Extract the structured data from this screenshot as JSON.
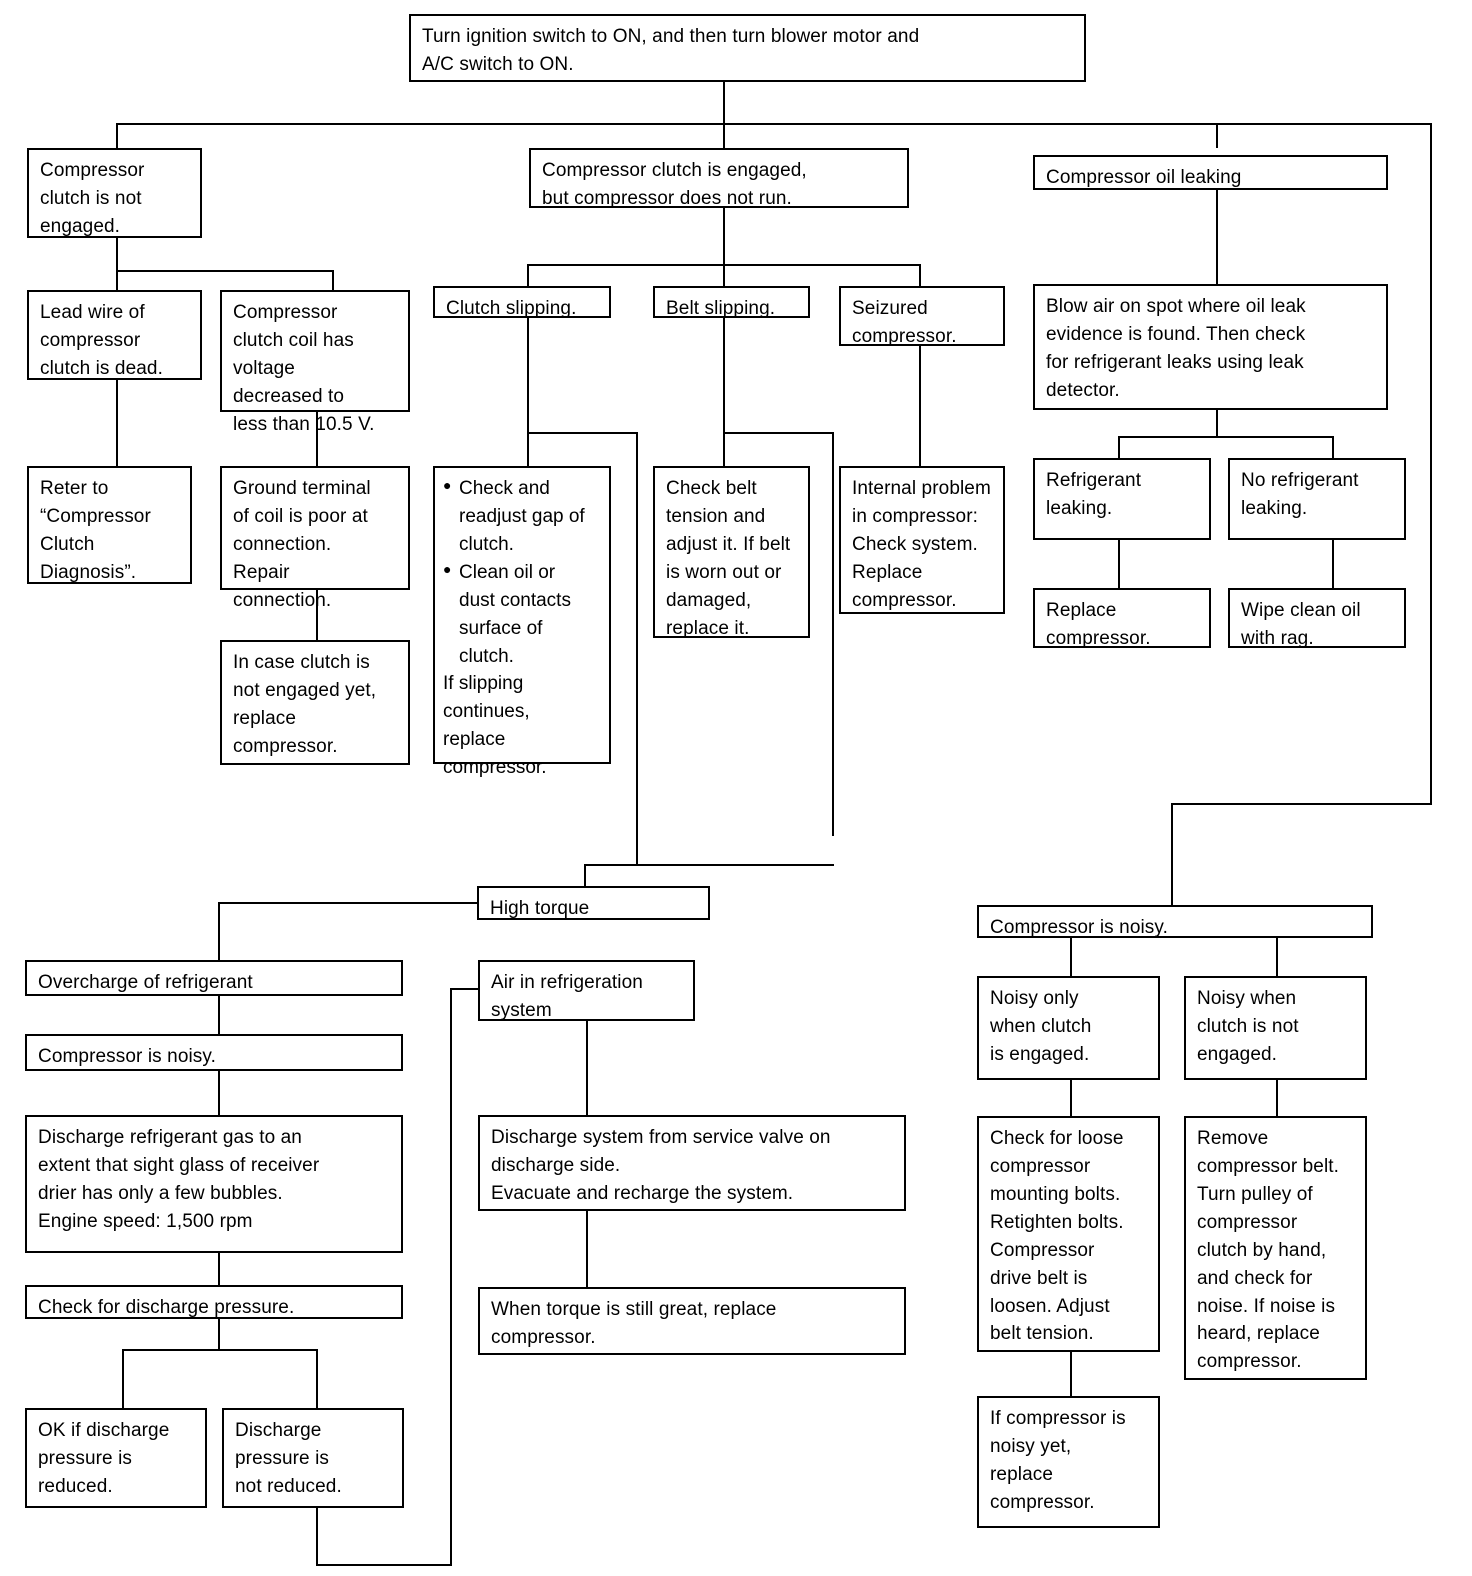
{
  "diagram": {
    "title": "A/C Compressor Troubleshooting Flowchart",
    "line_color": "#000000",
    "box_fill": "#ffffff",
    "text_color": "#000000"
  },
  "nodes": {
    "start": "Turn ignition switch to ON, and then turn blower motor and\nA/C switch to ON.",
    "clutch_not_engaged": "Compressor\nclutch is not\nengaged.",
    "clutch_engaged_no_run": "Compressor clutch is engaged,\nbut compressor does not run.",
    "oil_leaking": "Compressor oil leaking",
    "lead_wire_dead": "Lead wire of\ncompressor\nclutch is dead.",
    "coil_voltage_low": "Compressor\nclutch coil has\nvoltage\ndecreased to\nless than 10.5 V.",
    "refer_to_diagnosis": "Reter to\n“Compressor\nClutch\nDiagnosis”.",
    "ground_terminal_poor": "Ground terminal\nof coil is poor at\nconnection.\nRepair\nconnection.",
    "in_case_clutch_not_engaged": "In case clutch is\nnot engaged yet,\nreplace\ncompressor.",
    "clutch_slipping": "Clutch slipping.",
    "belt_slipping": "Belt slipping.",
    "seizured_compressor": "Seizured\ncompressor.",
    "clutch_actions": {
      "bullets": [
        "Check and\nreadjust gap of\nclutch.",
        "Clean oil or\ndust contacts\nsurface of\nclutch."
      ],
      "tail": "If slipping\ncontinues,\nreplace\ncompressor."
    },
    "belt_actions": "Check belt\ntension and\nadjust it. If belt\nis worn out or\ndamaged,\nreplace it.",
    "internal_problem": "Internal problem\nin compressor:\nCheck system.\nReplace\ncompressor.",
    "blow_air": "Blow air on spot where oil leak\nevidence is found. Then check\nfor refrigerant leaks using leak\ndetector.",
    "refrigerant_leaking": "Refrigerant\nleaking.",
    "no_refrigerant_leaking": "No refrigerant\nleaking.",
    "replace_compressor_leak": "Replace\ncompressor.",
    "wipe_clean_oil": "Wipe clean oil\nwith rag.",
    "high_torque": "High torque",
    "overcharge": "Overcharge of refrigerant",
    "compressor_noisy_left": "Compressor is noisy.",
    "discharge_gas": "Discharge refrigerant gas to an\nextent that sight glass of receiver\ndrier has only a few bubbles.\nEngine speed: 1,500 rpm",
    "check_discharge_pressure": "Check for discharge pressure.",
    "ok_pressure_reduced": "OK if discharge\npressure is\nreduced.",
    "pressure_not_reduced": "Discharge\npressure is\nnot reduced.",
    "air_in_system": "Air in refrigeration\nsystem",
    "discharge_system": "Discharge system from service valve on\ndischarge side.\nEvacuate and recharge the system.",
    "torque_still_great": "When torque is still great, replace\ncompressor.",
    "compressor_noisy_right": "Compressor is noisy.",
    "noisy_clutch_engaged": "Noisy only\nwhen clutch\nis engaged.",
    "noisy_clutch_not_engaged": "Noisy when\nclutch is not\nengaged.",
    "check_loose_bolts": "Check for loose\ncompressor\nmounting bolts.\nRetighten bolts.\nCompressor\ndrive belt is\nloosen. Adjust\nbelt tension.",
    "remove_belt": "Remove\ncompressor belt.\nTurn pulley of\ncompressor\nclutch by hand,\nand check for\nnoise. If noise is\nheard, replace\ncompressor.",
    "if_still_noisy": "If compressor is\nnoisy yet,\nreplace\ncompressor."
  }
}
